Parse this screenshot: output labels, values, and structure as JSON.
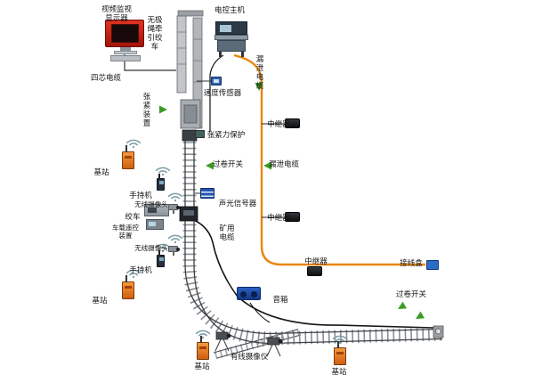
{
  "labels": {
    "video_monitor": "视频监视\n显示器",
    "endless_rope_winch": "无极\n绳牵\n引绞\n车",
    "control_host": "电控主机",
    "leaky_cable_v": "漏\n泄\n电\n缆",
    "leaky_cable": "漏泄电缆",
    "four_core_cable": "四芯电缆",
    "tension_device_v": "张\n紧\n装\n置",
    "speed_sensor": "速度传感器",
    "repeater": "中继器",
    "tension_protection": "张紧力保护",
    "overwind_switch": "过卷开关",
    "base_station": "基站",
    "handheld": "手持机",
    "wireless_camera": "无线摄像头",
    "sound_light_signal": "声光信号器",
    "winch": "绞车",
    "vehicle_remote_control": "车载遥控\n装置",
    "mine_cable": "矿用\n电缆",
    "speaker": "音箱",
    "junction_box": "接线盒",
    "wired_camera": "有线摄像仪"
  },
  "icons": {
    "wifi-signal": "concentric-arcs",
    "green-arrow": "triangle",
    "repeater-box": "black-rounded-rect",
    "base-station": "orange-box-with-antenna"
  },
  "colors": {
    "leaky_cable_orange": "#e8860b",
    "mine_cable_black": "#151515",
    "arrow_green": "#3a9d23",
    "monitor_red": "#c4170c",
    "device_blue": "#2456b0",
    "base_station_orange": "#e07a1f",
    "rail_gray": "#8a8f94"
  }
}
